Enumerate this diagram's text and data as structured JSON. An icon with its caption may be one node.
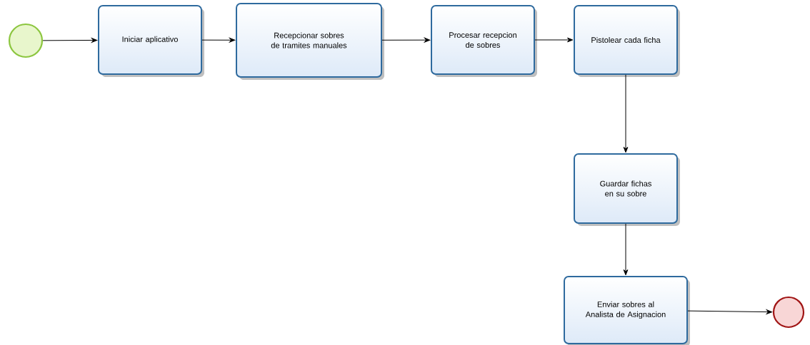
{
  "diagram": {
    "nodes": [
      {
        "text": [],
        "shape": "circle"
      },
      {
        "text": [
          "Iniciar aplicativo"
        ]
      },
      {
        "text": [
          "Recepcionar sobres de tramites manuales"
        ]
      },
      {
        "text": [
          "Procesar recepcion de sobres"
        ]
      },
      {
        "text": [
          "Pistolear cada ficha"
        ]
      },
      {
        "text": [
          "Guardar fichas en su sobre"
        ]
      },
      {
        "text": [
          "Enviar sobres al Analista de Asignacion"
        ]
      },
      {
        "text": [],
        "shape": "circle"
      }
    ],
    "edges": [
      {
        "from": 0,
        "to": 1,
        "arrow": "to"
      },
      {
        "from": 1,
        "to": 2,
        "arrow": "to"
      },
      {
        "from": 2,
        "to": 3,
        "arrow": "to"
      },
      {
        "from": 3,
        "to": 4,
        "arrow": "to"
      },
      {
        "from": 4,
        "to": 5,
        "arrow": "to"
      },
      {
        "from": 5,
        "to": 6,
        "arrow": "to"
      },
      {
        "from": 6,
        "to": 7,
        "arrow": "to"
      }
    ]
  }
}
